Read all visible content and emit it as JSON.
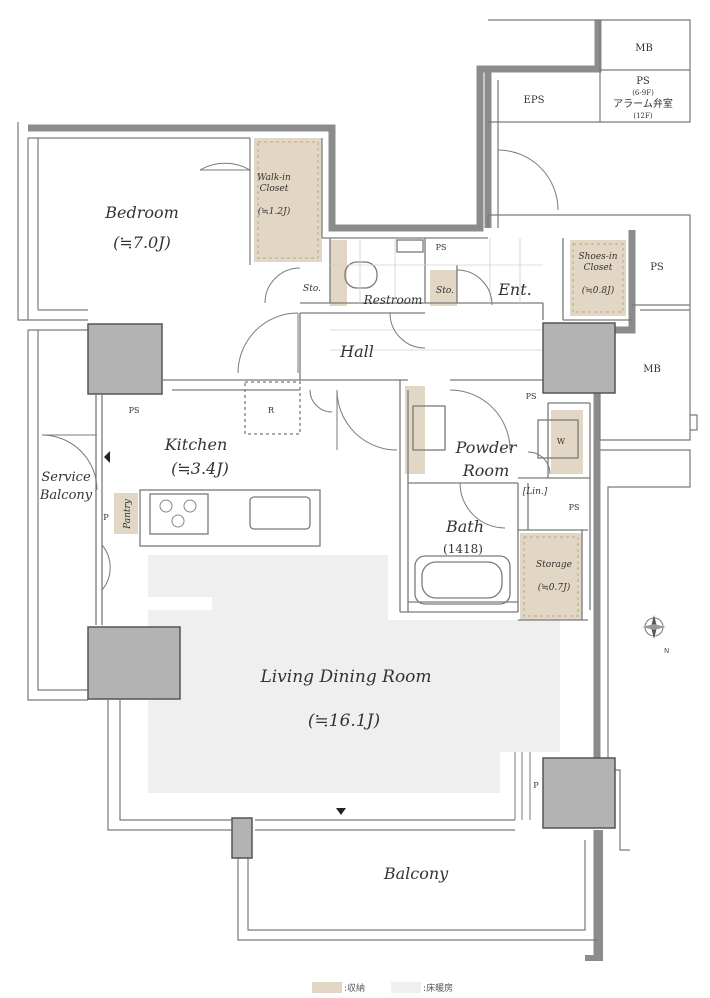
{
  "colors": {
    "wall": "#8c8c8c",
    "wall_dark": "#777777",
    "storage": "#e2d6c4",
    "floor_heating": "#efefef",
    "line": "#7a7a7a",
    "column": "#b3b3b3"
  },
  "rooms": {
    "bedroom": {
      "name": "Bedroom",
      "size": "(≒7.0J)"
    },
    "walk_in_closet": {
      "name_line1": "Walk-in",
      "name_line2": "Closet",
      "size": "(≒1.2J)"
    },
    "restroom": {
      "name": "Restroom"
    },
    "sto_left": {
      "name": "Sto."
    },
    "sto_right": {
      "name": "Sto."
    },
    "entrance": {
      "name": "Ent."
    },
    "shoes_in_closet": {
      "name_line1": "Shoes-in",
      "name_line2": "Closet",
      "size": "(≒0.8J)"
    },
    "hall": {
      "name": "Hall"
    },
    "kitchen": {
      "name": "Kitchen",
      "size": "(≒3.4J)"
    },
    "service_balcony": {
      "name_line1": "Service",
      "name_line2": "Balcony"
    },
    "pantry": {
      "name": "Pantry"
    },
    "powder_room": {
      "name_line1": "Powder",
      "name_line2": "Room"
    },
    "bath": {
      "name": "Bath",
      "size": "(1418)"
    },
    "storage": {
      "name": "Storage",
      "size": "(≒0.7J)"
    },
    "linen": {
      "name": "[Lin.]"
    },
    "living": {
      "name": "Living Dining Room",
      "size": "(≒16.1J)"
    },
    "balcony": {
      "name": "Balcony"
    }
  },
  "labels": {
    "mb_top": "MB",
    "eps": "EPS",
    "ps_alarm_line1": "PS",
    "ps_alarm_line2": "(6-9F)",
    "ps_alarm_line3": "アラーム弁室",
    "ps_alarm_line4": "(12F)",
    "ps_right": "PS",
    "mb_right": "MB",
    "ps_restroom": "PS",
    "ps_kitchen": "PS",
    "ps_powder": "PS",
    "ps_bath": "PS",
    "refrigerator": "R",
    "washer": "W",
    "p_kitchen": "P",
    "p_living": "P"
  },
  "legend": {
    "storage_label": ":収納",
    "floor_heating_label": ":床暖房"
  }
}
